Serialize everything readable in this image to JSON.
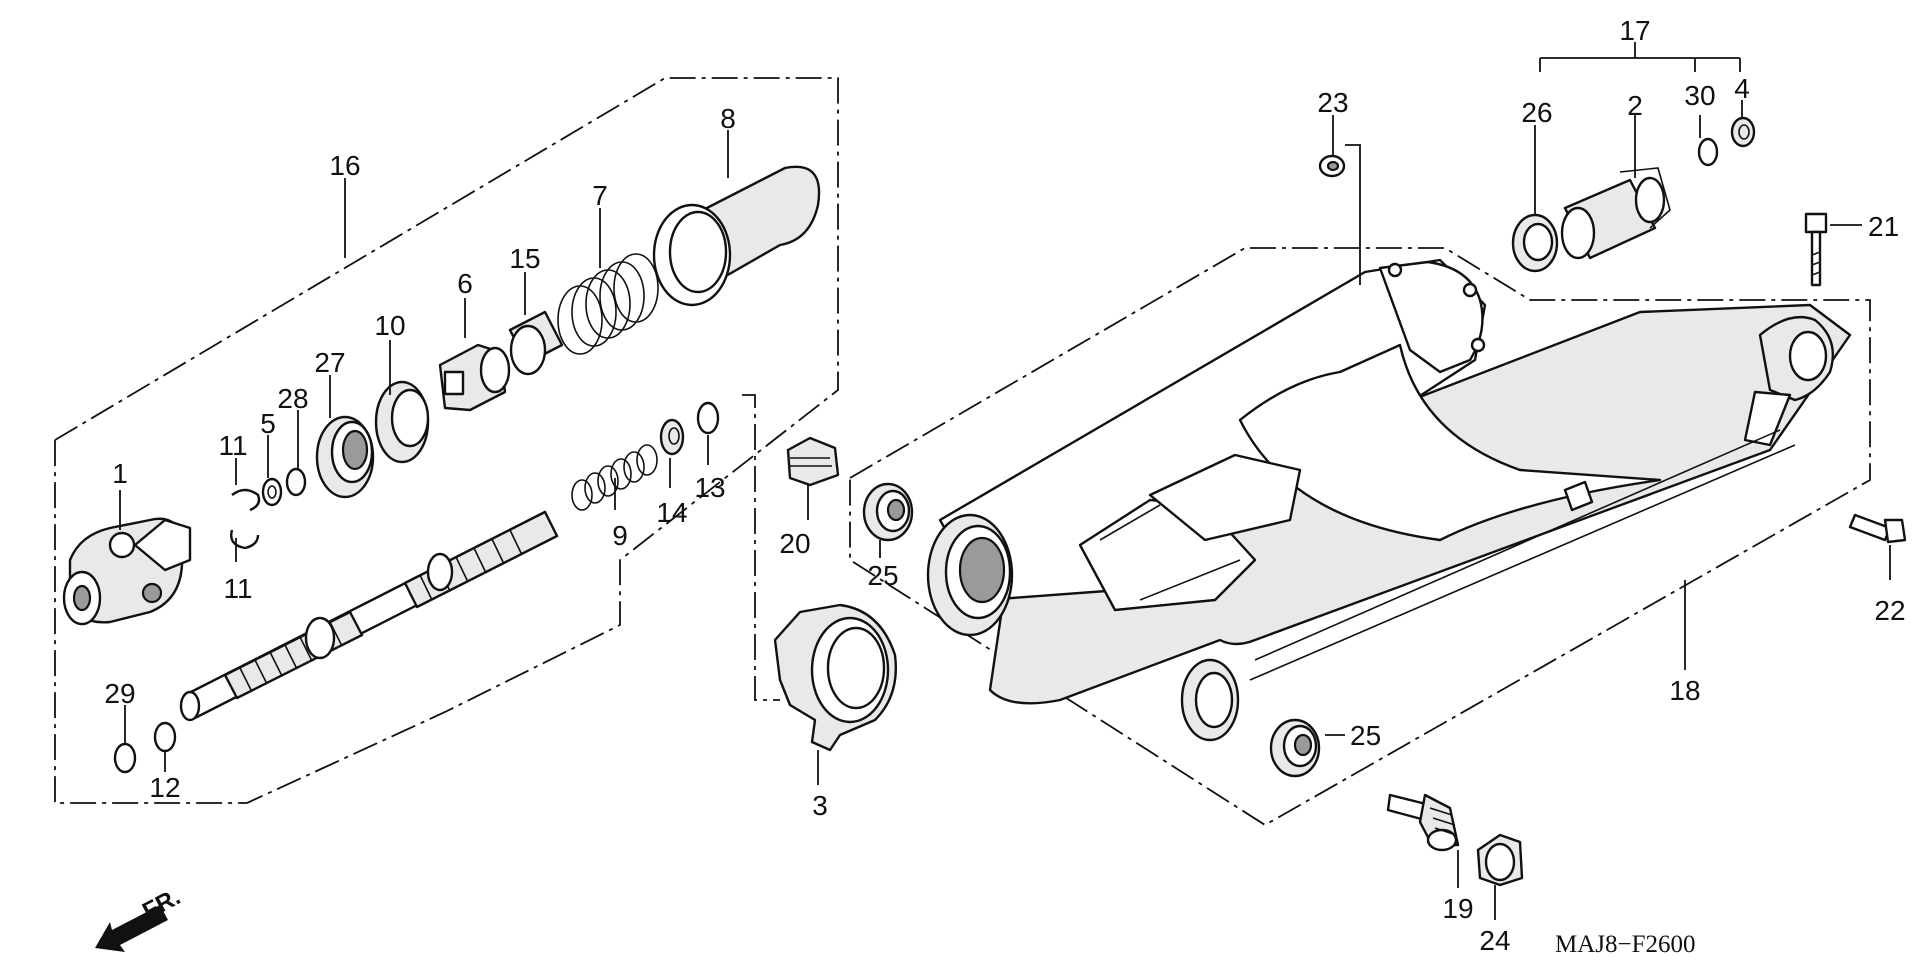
{
  "diagram": {
    "part_labels": {
      "p1": "1",
      "p2": "2",
      "p3": "3",
      "p4": "4",
      "p5": "5",
      "p6": "6",
      "p7": "7",
      "p8": "8",
      "p9": "9",
      "p10": "10",
      "p11a": "11",
      "p11b": "11",
      "p12": "12",
      "p13": "13",
      "p14": "14",
      "p15": "15",
      "p16": "16",
      "p17": "17",
      "p18": "18",
      "p19": "19",
      "p20": "20",
      "p21": "21",
      "p22": "22",
      "p23": "23",
      "p24": "24",
      "p25a": "25",
      "p25b": "25",
      "p26": "26",
      "p27": "27",
      "p28": "28",
      "p29": "29",
      "p30": "30"
    },
    "front_arrow_label": "FR.",
    "drawing_code": "MAJ8−F2600"
  }
}
